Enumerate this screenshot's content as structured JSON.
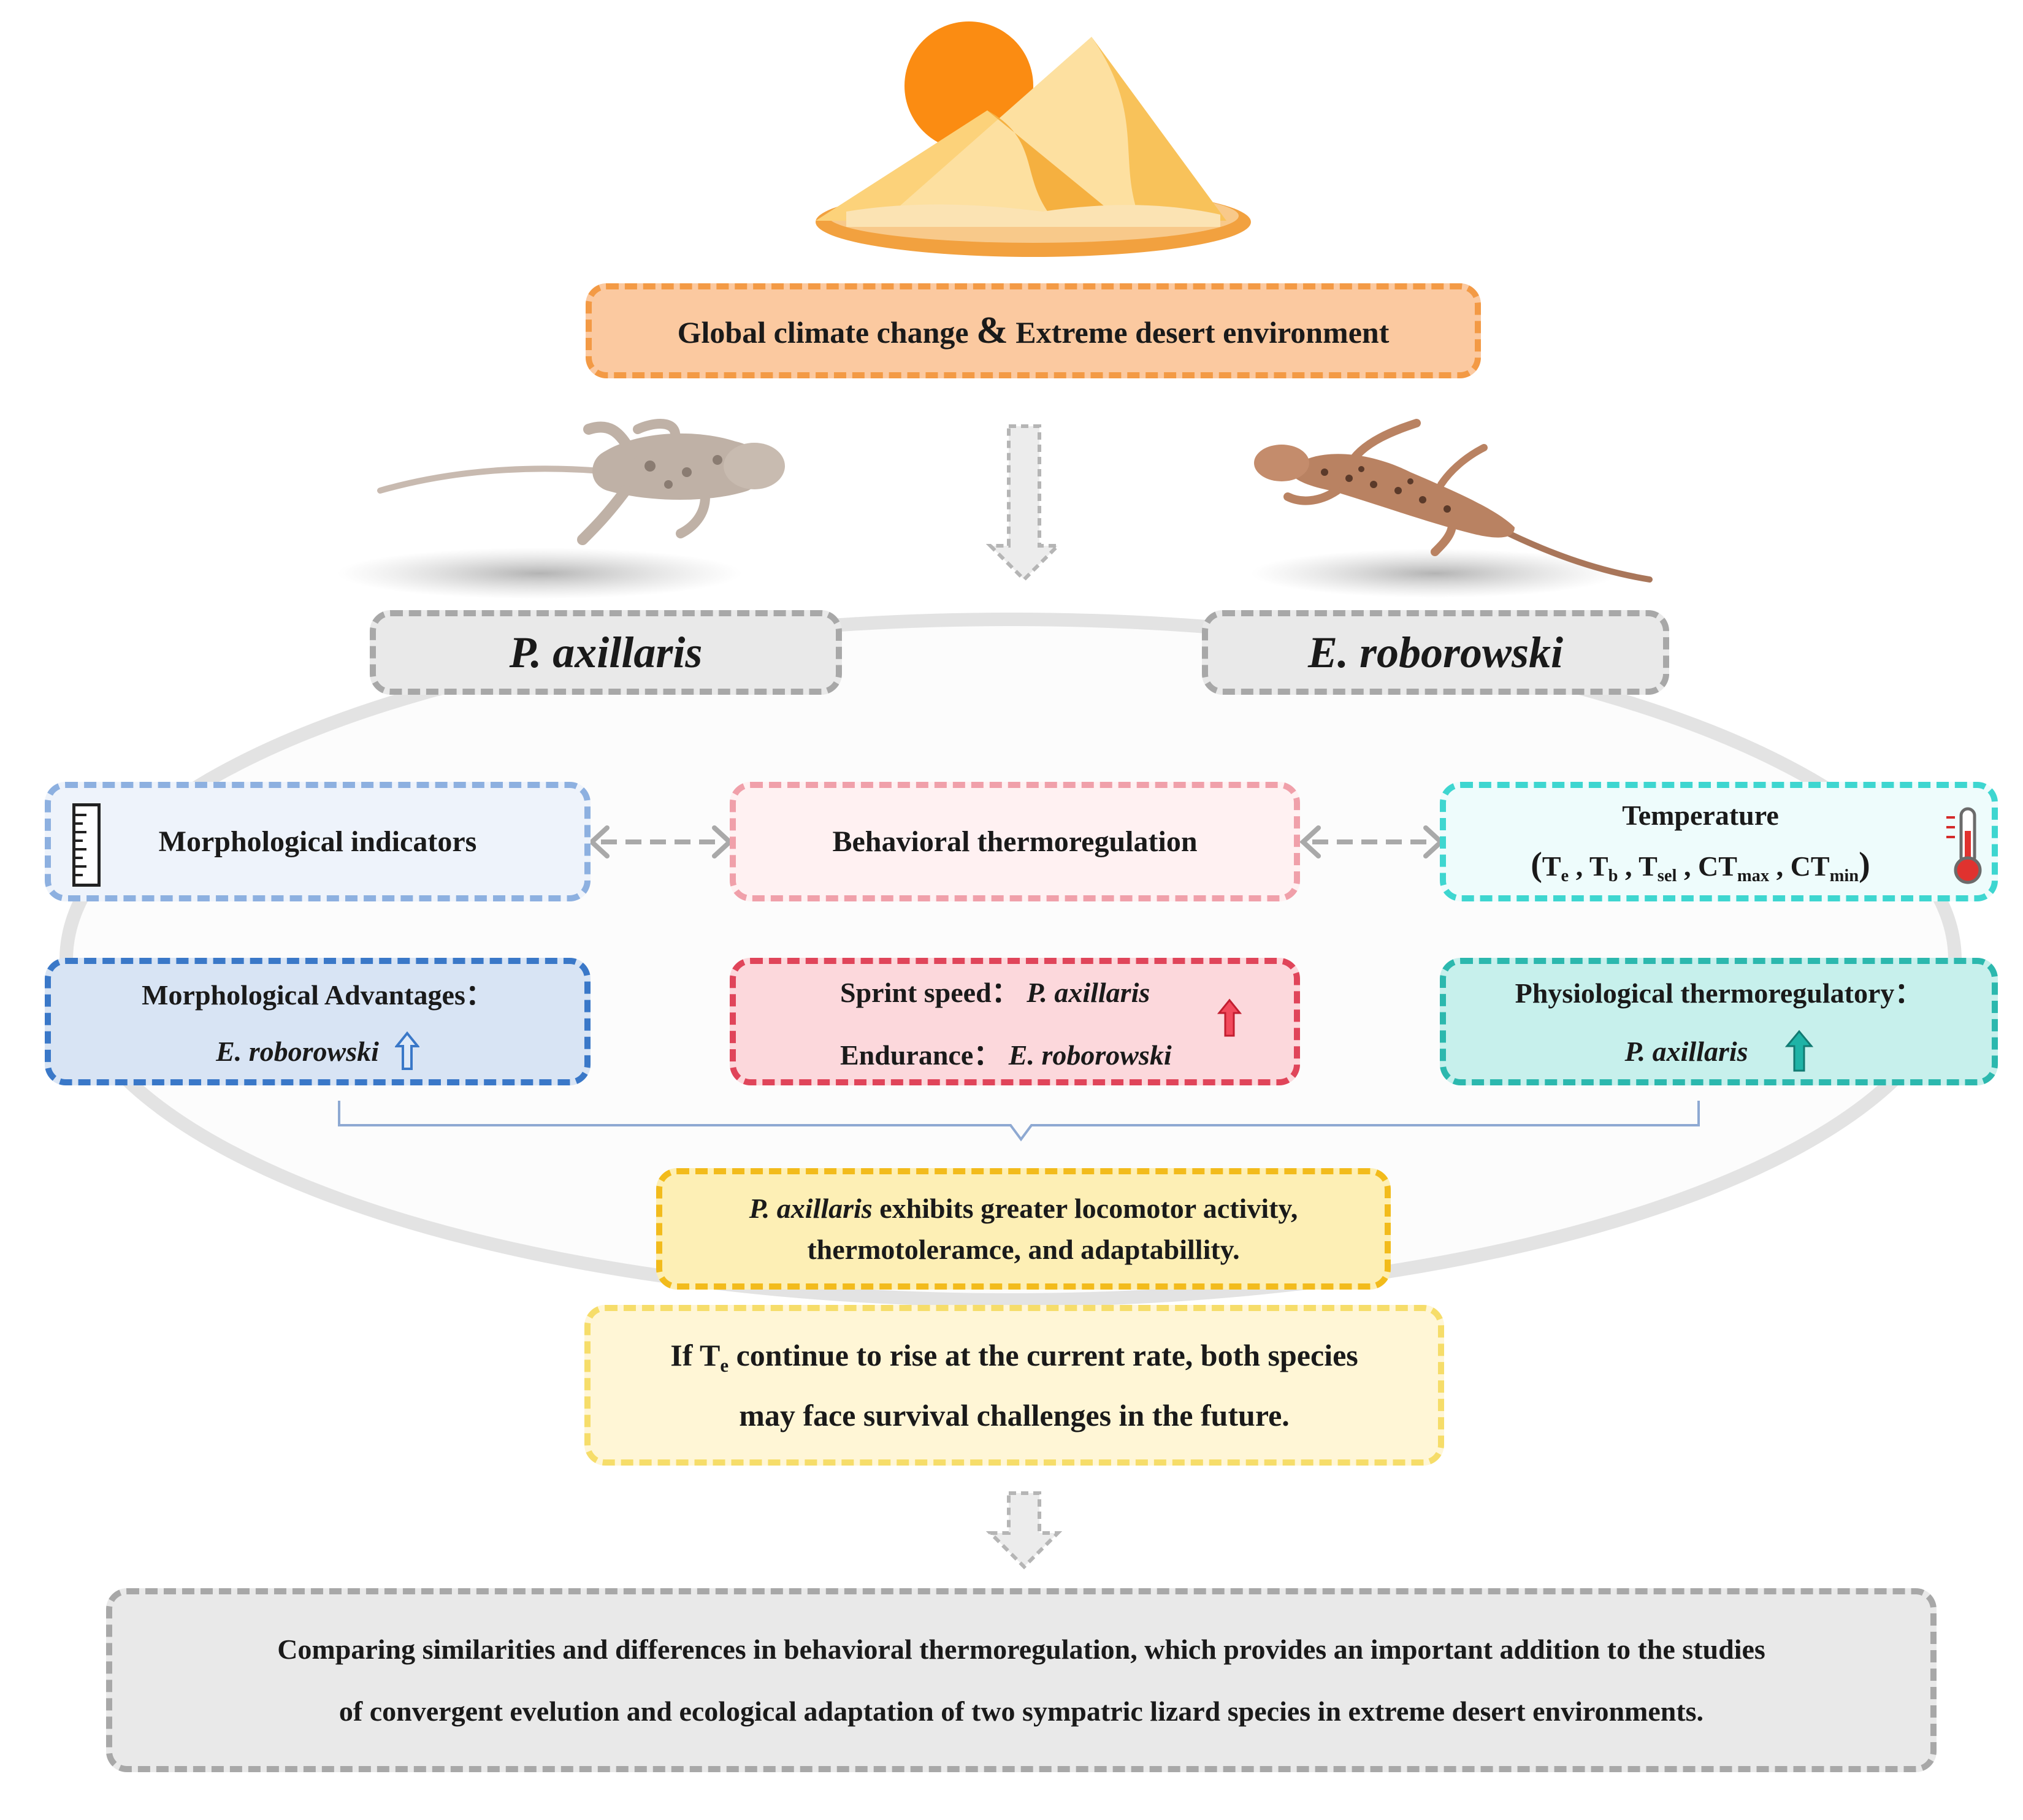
{
  "top_box": {
    "line_a": "Global climate change",
    "amp": "&",
    "line_b": "Extreme desert environment"
  },
  "species": {
    "left": "P. axillaris",
    "right": "E. roborowski"
  },
  "indicators": {
    "morph": "Morphological indicators",
    "behav": "Behavioral thermoregulation",
    "temp_title": "Temperature",
    "temp_params": {
      "open": "(",
      "te_T": "T",
      "te_s": "e",
      "sep1": " , ",
      "tb_T": "T",
      "tb_s": "b",
      "sep2": " , ",
      "tsel_T": "T",
      "tsel_s": "sel",
      "sep3": " , ",
      "ctmax_T": "CT",
      "ctmax_s": "max",
      "sep4": " , ",
      "ctmin_T": "CT",
      "ctmin_s": "min",
      "close": ")"
    }
  },
  "results": {
    "morph_adv_label": "Morphological Advantages：",
    "morph_adv_species": "E. roborowski",
    "sprint_label": "Sprint speed：",
    "sprint_species": "P. axillaris",
    "endurance_label": "Endurance：",
    "endurance_species": "E. roborowski",
    "physio_label": "Physiological thermoregulatory：",
    "physio_species": "P. axillaris"
  },
  "summary": {
    "species": "P. axillaris",
    "line1_rest": " exhibits greater locomotor activity,",
    "line2": "thermotoleramce, and adaptabillity."
  },
  "warning": {
    "pre": "If T",
    "sub": "e",
    "line1_rest": " continue to rise at the current rate, both species",
    "line2": "may face survival challenges in the future."
  },
  "conclusion": {
    "line1": "Comparing similarities and differences in behavioral thermoregulation, which provides an important addition to the studies",
    "line2": "of convergent evelution and ecological adaptation of two sympatric lizard species in extreme desert environments."
  },
  "colors": {
    "orange_border": "#f39a45",
    "orange_fill": "#fbc9a0",
    "gray_border": "#a8a8a8",
    "gray_fill": "#e9e9e9",
    "blue_border": "#8db0e0",
    "blue_fill": "#eef3fb",
    "blue_dark": "#3a78c8",
    "blue_dark_fill": "#d8e4f4",
    "pink_border": "#f0a0aa",
    "pink_fill": "#fff1f2",
    "red_dark": "#e0455a",
    "red_fill": "#fcd8dc",
    "teal_border": "#3ed6d0",
    "teal_fill": "#eefcfc",
    "teal_dark": "#2cb8ae",
    "teal_fill2": "#c7f0ec",
    "gold_border": "#f2bb1c",
    "gold_fill": "#fdefb5",
    "yellow_border": "#f6dd6a",
    "yellow_fill": "#fff6d6"
  },
  "icons": [
    "desert-sun-icon",
    "ruler-icon",
    "thermometer-icon",
    "up-arrow-icon",
    "lizard-icon"
  ]
}
